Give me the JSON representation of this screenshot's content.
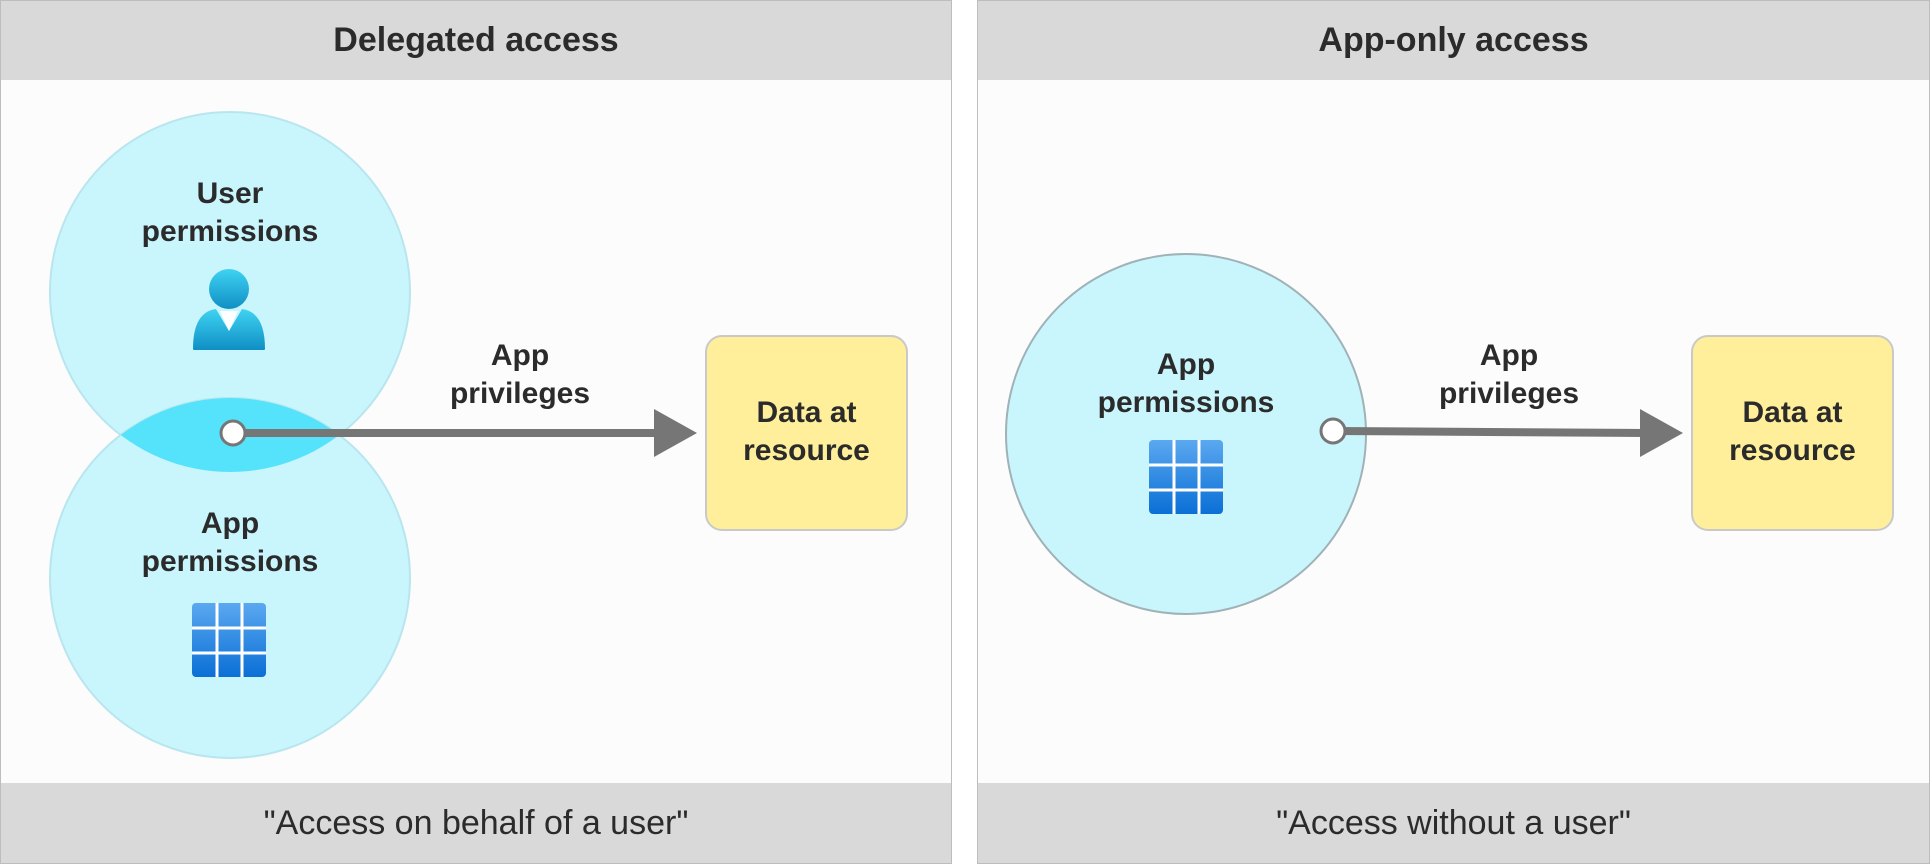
{
  "left_panel": {
    "title": "Delegated access",
    "caption": "\"Access on behalf of a user\"",
    "user_circle": {
      "line1": "User",
      "line2": "permissions",
      "icon": "user-icon"
    },
    "app_circle": {
      "line1": "App",
      "line2": "permissions",
      "icon": "app-grid-icon"
    },
    "arrow_label": {
      "line1": "App",
      "line2": "privileges"
    },
    "resource": {
      "line1": "Data at",
      "line2": "resource"
    }
  },
  "right_panel": {
    "title": "App-only access",
    "caption": "\"Access without a user\"",
    "app_circle": {
      "line1": "App",
      "line2": "permissions",
      "icon": "app-grid-icon"
    },
    "arrow_label": {
      "line1": "App",
      "line2": "privileges"
    },
    "resource": {
      "line1": "Data at",
      "line2": "resource"
    }
  },
  "colors": {
    "circle_fill": "#c9f5fd",
    "overlap_fill": "#55e3fb",
    "resource_fill": "#ffef9a",
    "arrow": "#767676",
    "header_bg": "#d9d9d9"
  }
}
